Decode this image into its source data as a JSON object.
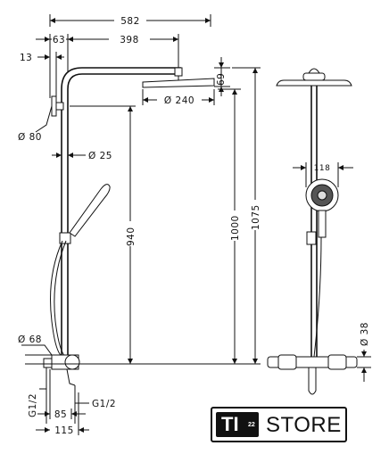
{
  "dimensions": {
    "overall_width": "582",
    "arm_offset": "63",
    "arm_length": "398",
    "wall_gap": "13",
    "head_height": "69",
    "head_diameter": "Ø 240",
    "wall_plate_diameter": "Ø 80",
    "pipe_diameter": "Ø 25",
    "height_940": "940",
    "height_1000": "1000",
    "height_1075": "1075",
    "hand_shower_width": "118",
    "mixer_diameter_left": "Ø 68",
    "mixer_diameter_right": "Ø 38",
    "inlet_left": "G1/2",
    "inlet_right": "G1/2",
    "mixer_depth_85": "85",
    "mixer_depth_115": "115"
  },
  "logo": {
    "mark": "TI",
    "superscript": "22",
    "text": "STORE"
  }
}
